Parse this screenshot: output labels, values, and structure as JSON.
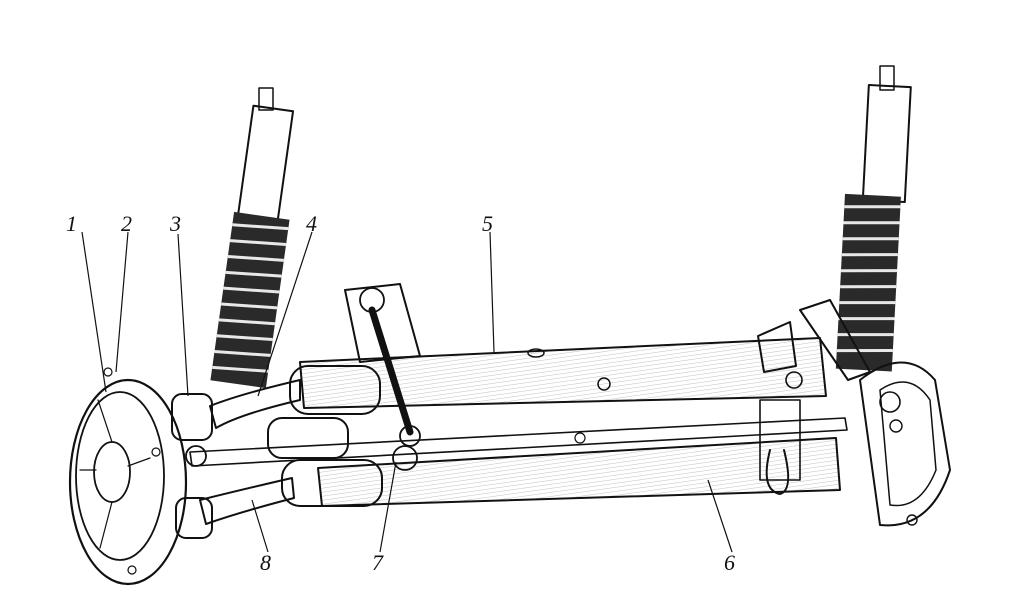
{
  "figure": {
    "labels": [
      {
        "id": "1",
        "text": "1"
      },
      {
        "id": "2",
        "text": "2"
      },
      {
        "id": "3",
        "text": "3"
      },
      {
        "id": "4",
        "text": "4"
      },
      {
        "id": "5",
        "text": "5"
      },
      {
        "id": "6",
        "text": "6"
      },
      {
        "id": "7",
        "text": "7"
      },
      {
        "id": "8",
        "text": "8"
      }
    ]
  },
  "colors": {
    "ink": "#111111",
    "background": "#ffffff"
  }
}
